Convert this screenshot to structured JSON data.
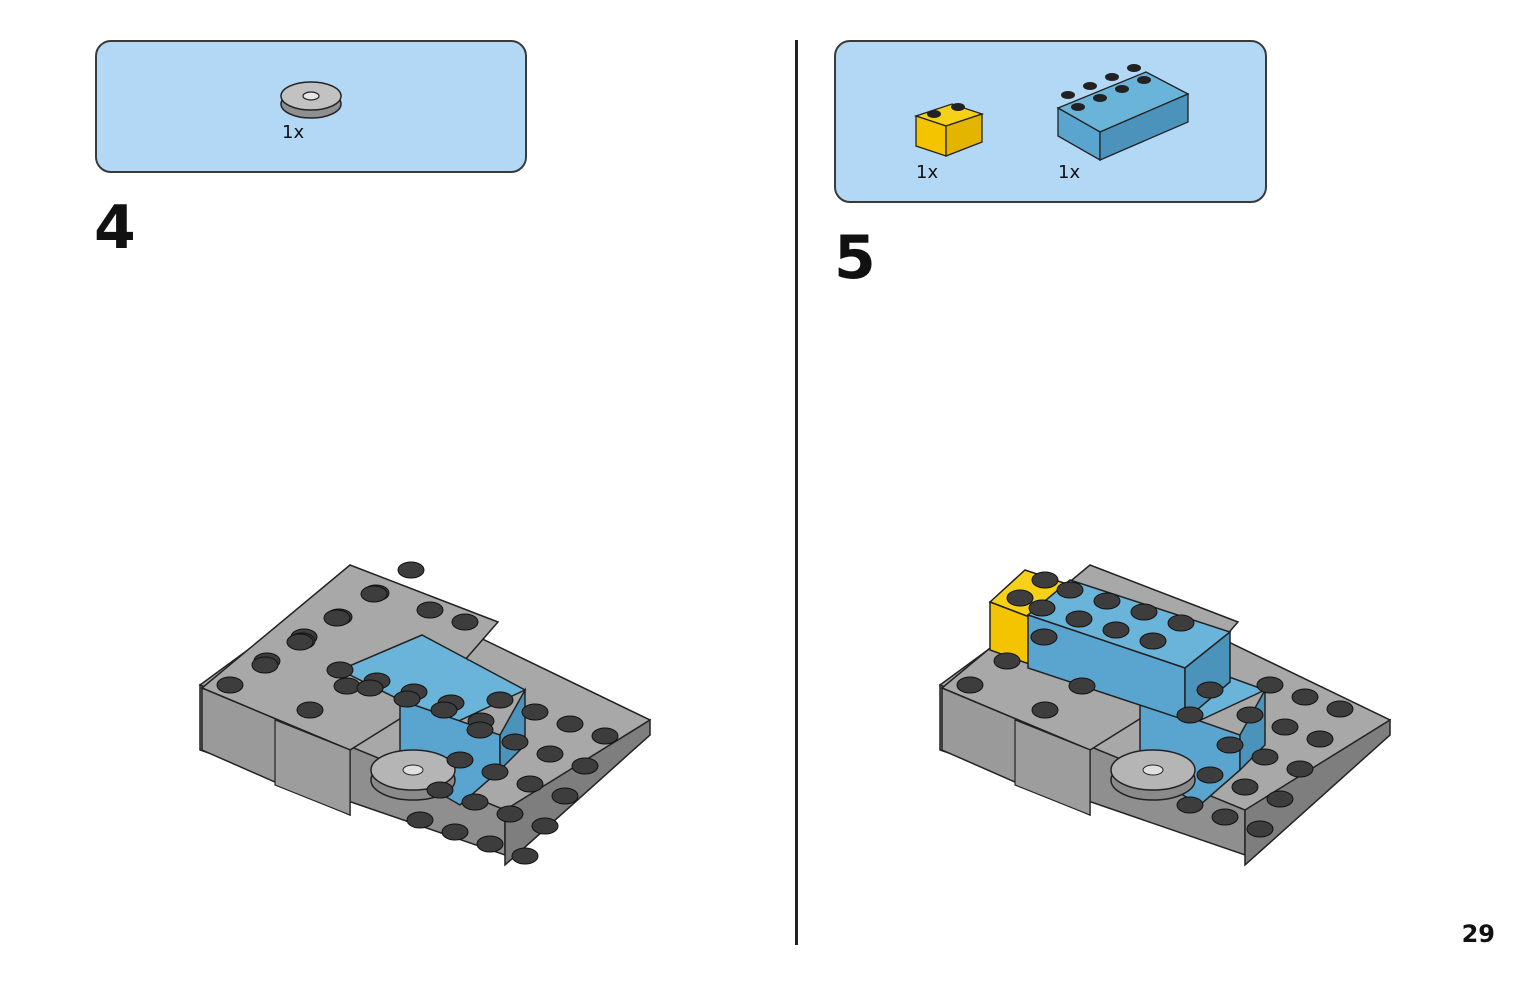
{
  "page_number": "29",
  "step4": {
    "number": "4",
    "parts": [
      {
        "name": "round-tile",
        "qty": "1x",
        "color": "#b9b9b9"
      }
    ]
  },
  "step5": {
    "number": "5",
    "parts": [
      {
        "name": "yellow-1x2-brick",
        "qty": "1x",
        "color": "#f7d117"
      },
      {
        "name": "blue-2x4-brick",
        "qty": "1x",
        "color": "#6ab4da"
      }
    ]
  },
  "colors": {
    "gray": "#a8a8a8",
    "dark_stud": "#3d3d3d",
    "blue": "#6ab4da",
    "yellow": "#f7d117",
    "parts_box": "#b3d8f5"
  }
}
